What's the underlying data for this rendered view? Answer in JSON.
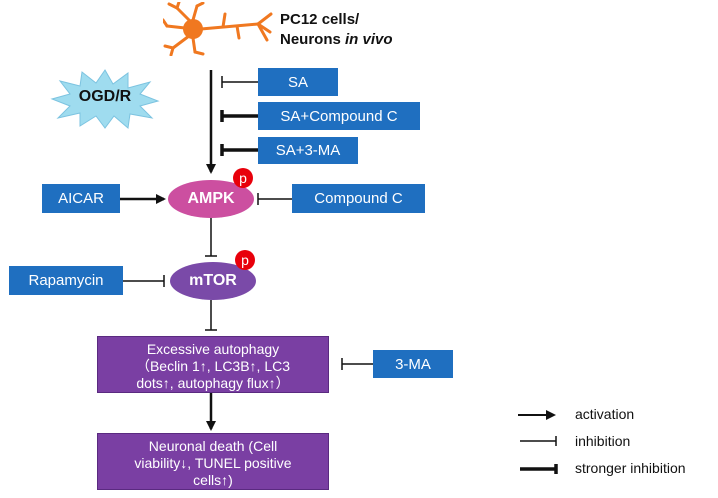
{
  "header": {
    "line1": "PC12 cells/",
    "line2_prefix": "Neurons ",
    "line2_italic": "in vivo"
  },
  "stimulus": {
    "label": "OGD/R"
  },
  "treatments": {
    "sa": "SA",
    "sa_compound_c": "SA+Compound C",
    "sa_3ma": "SA+3-MA"
  },
  "nodes": {
    "ampk": "AMPK",
    "mtor": "mTOR",
    "phospho": "p"
  },
  "modulators": {
    "aicar": "AICAR",
    "compound_c": "Compound C",
    "rapamycin": "Rapamycin",
    "three_ma": "3-MA"
  },
  "autophagy": {
    "line1": "Excessive autophagy",
    "line2": "（Beclin 1↑, LC3B↑, LC3",
    "line3": "dots↑, autophagy flux↑）"
  },
  "death": {
    "line1": "Neuronal death (Cell",
    "line2": "viability↓, TUNEL positive",
    "line3": "cells↑)"
  },
  "legend": {
    "activation": "activation",
    "inhibition": "inhibition",
    "stronger_inhibition": "stronger inhibition"
  },
  "colors": {
    "blue_box": "#1f6fc0",
    "ampk_fill": "#cc4fa0",
    "mtor_fill": "#7a4aa8",
    "purple_box": "#7a3fa3",
    "badge": "#e8000b",
    "neuron": "#f07820"
  }
}
